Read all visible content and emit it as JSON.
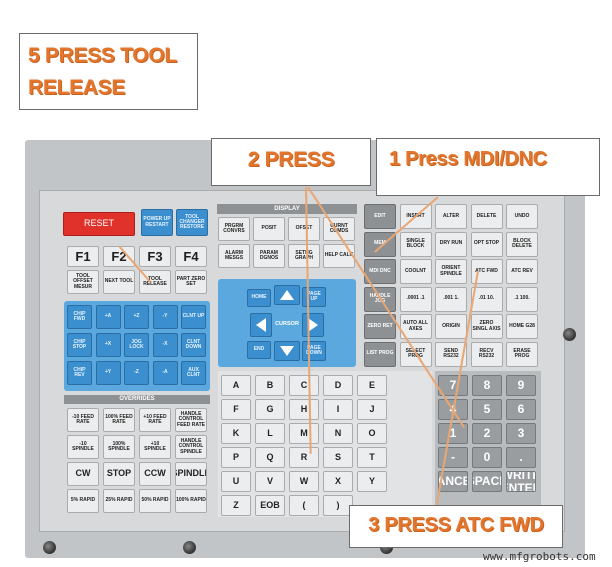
{
  "callouts": {
    "step5": [
      "5 PRESS TOOL",
      "RELEASE"
    ],
    "step2": "2 PRESS",
    "step1": "1 Press MDI/DNC",
    "step3": "3 PRESS ATC FWD"
  },
  "panel": {
    "display_header": "DISPLAY",
    "overrides_header": "OVERRIDES",
    "left_top": [
      "RESET",
      "POWER UP RESTART",
      "TOOL CHANGER RESTORE"
    ],
    "fkeys": [
      "F1",
      "F2",
      "F3",
      "F4"
    ],
    "fkey_labels": [
      "TOOL OFFSET MESUR",
      "NEXT TOOL",
      "TOOL RELEASE",
      "PART ZERO SET"
    ],
    "jog": [
      "CHIP FWD",
      "+A",
      "+Z",
      "-Y",
      "CLNT UP",
      "CHIP STOP",
      "+X",
      "JOG LOCK",
      "-X",
      "CLNT DOWN",
      "CHIP REV",
      "+Y",
      "-Z",
      "-A",
      "AUX CLNT"
    ],
    "overrides": [
      "-10 FEED RATE",
      "100% FEED RATE",
      "+10 FEED RATE",
      "HANDLE CONTROL FEED RATE",
      "-10 SPINDLE",
      "100% SPINDLE",
      "+10 SPINDLE",
      "HANDLE CONTROL SPINDLE",
      "CW",
      "STOP",
      "CCW",
      "SPINDLE",
      "5% RAPID",
      "25% RAPID",
      "50% RAPID",
      "100% RAPID"
    ],
    "display_keys": [
      "PRGRM CONVRS",
      "POSIT",
      "OFSET",
      "CURNT COMDS",
      "ALARM MESGS",
      "PARAM DGNOS",
      "SETNG GRAPH",
      "HELP CALC"
    ],
    "cursor": [
      "HOME",
      "PAGE UP",
      "CURSOR",
      "END",
      "PAGE DOWN"
    ],
    "mode_keys": [
      "EDIT",
      "INSERT",
      "ALTER",
      "DELETE",
      "UNDO",
      "MEM",
      "SINGLE BLOCK",
      "DRY RUN",
      "OPT STOP",
      "BLOCK DELETE",
      "MDI DNC",
      "COOLNT",
      "ORIENT SPINDLE",
      "ATC FWD",
      "ATC REV",
      "HANDLE JOG",
      ".0001 .1",
      ".001 1.",
      ".01 10.",
      ".1 100.",
      "ZERO RET",
      "AUTO ALL AXES",
      "ORIGIN",
      "ZERO SINGL AXIS",
      "HOME G28",
      "LIST PROG",
      "SELECT PROG",
      "SEND RS232",
      "RECV RS232",
      "ERASE PROG"
    ],
    "alpha": [
      "A",
      "B",
      "C",
      "D",
      "E",
      "F",
      "G",
      "H",
      "I",
      "J",
      "K",
      "L",
      "M",
      "N",
      "O",
      "P",
      "Q",
      "R",
      "S",
      "T",
      "U",
      "V",
      "W",
      "X",
      "Y",
      "Z",
      "EOB",
      "(",
      ")"
    ],
    "numeric": [
      "7",
      "8",
      "9",
      "4",
      "5",
      "6",
      "1",
      "2",
      "3",
      "-",
      "0",
      ".",
      "CANCEL",
      "SPACE",
      "WRITE ENTER"
    ]
  },
  "watermark": "www.mfgrobots.com"
}
